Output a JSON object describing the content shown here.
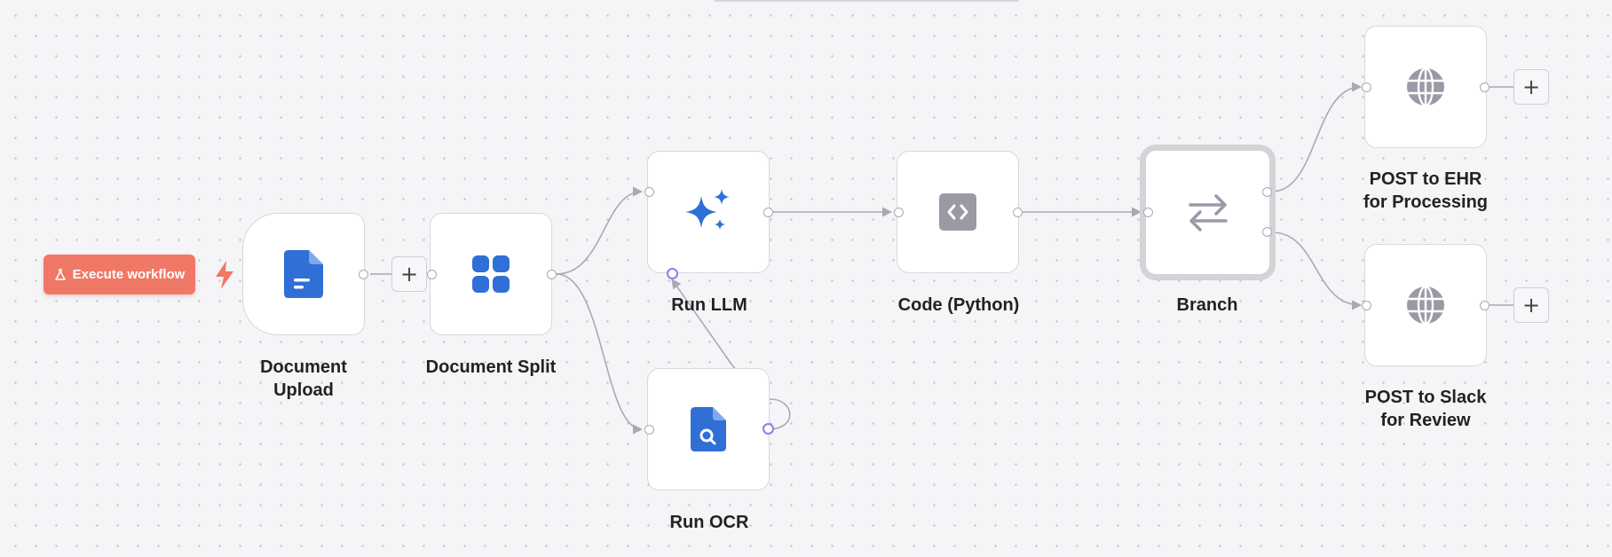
{
  "toolbar": {
    "execute_label": "Execute workflow"
  },
  "colors": {
    "accent": "#ef7867",
    "icon_blue": "#2f6fd6",
    "icon_gray": "#9a9aa6",
    "edge": "#a9a9b2",
    "loop_port": "#8f7cf0"
  },
  "nodes": {
    "document_upload": {
      "label": "Document\nUpload",
      "icon": "document-icon"
    },
    "document_split": {
      "label": "Document Split",
      "icon": "grid-icon"
    },
    "run_llm": {
      "label": "Run LLM",
      "icon": "sparkles-icon"
    },
    "run_ocr": {
      "label": "Run OCR",
      "icon": "document-search-icon"
    },
    "code_python": {
      "label": "Code (Python)",
      "icon": "code-icon"
    },
    "branch": {
      "label": "Branch",
      "icon": "arrows-swap-icon"
    },
    "post_ehr": {
      "label": "POST to EHR\nfor Processing",
      "icon": "globe-icon"
    },
    "post_slack": {
      "label": "POST to Slack\nfor Review",
      "icon": "globe-icon"
    }
  },
  "add_button_label": "+"
}
